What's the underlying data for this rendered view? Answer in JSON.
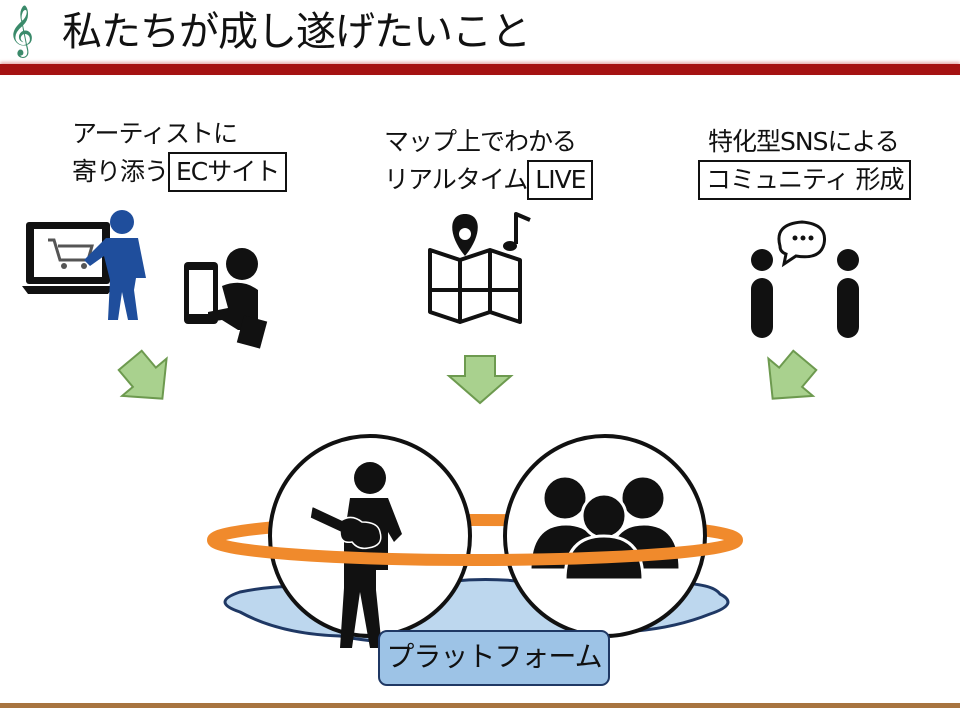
{
  "slide": {
    "title": "私たちが成し遂げたいこと",
    "title_icon": "treble-clef-icon",
    "columns": [
      {
        "line1": "アーティストに",
        "line2_prefix": "寄り添う",
        "boxed": "ECサイト"
      },
      {
        "line1": "マップ上でわかる",
        "line2_prefix": "リアルタイム",
        "boxed": "LIVE"
      },
      {
        "line1": "特化型SNSによる",
        "line2_prefix": "",
        "boxed": "コミュニティ 形成"
      }
    ],
    "platform_label": "プラットフォーム"
  },
  "colors": {
    "title_bar": "#a51212",
    "bottom_line": "#a8743f",
    "arrow_fill": "#a9d18e",
    "ring": "#f08a2c",
    "cloud": "#bdd7ee",
    "platform_box": "#9dc3e6",
    "person_blue": "#1f4e9c"
  }
}
